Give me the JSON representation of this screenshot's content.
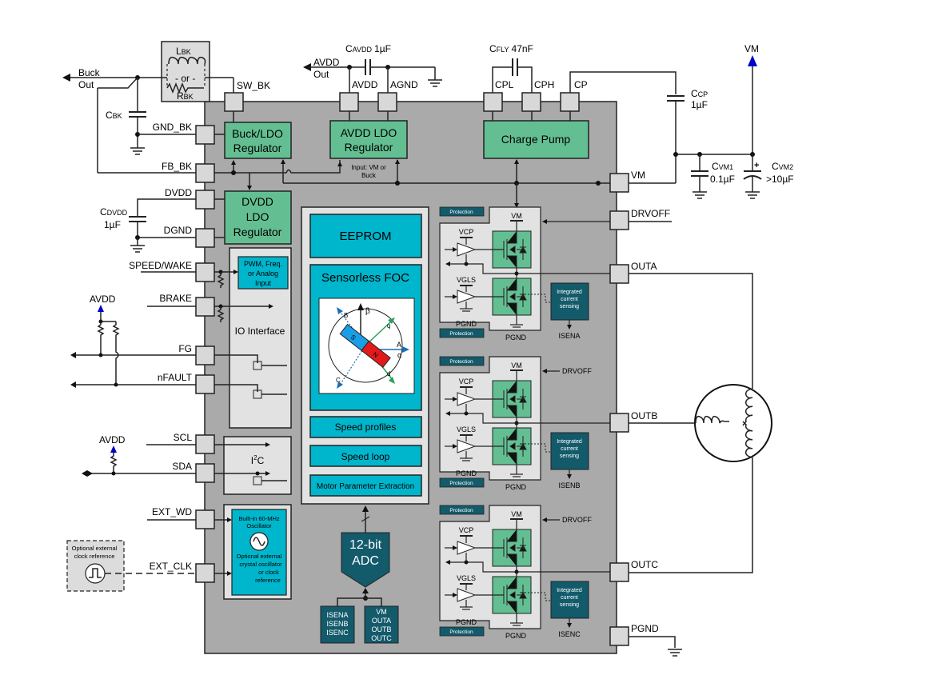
{
  "diagram": {
    "ext_buck": {
      "out_line1": "Buck",
      "out_line2": "Out",
      "l_label": "L",
      "l_sub": "BK",
      "or_label": "- or -",
      "r_label": "R",
      "r_sub": "BK",
      "c_label": "C",
      "c_sub": "BK"
    },
    "ext_avdd": {
      "out_line1": "AVDD",
      "out_line2": "Out",
      "cap_label": "C",
      "cap_sub": "AVDD",
      "cap_value": "1µF"
    },
    "ext_cfly": {
      "cap_label": "C",
      "cap_sub": "FLY",
      "cap_value": "47nF"
    },
    "ext_ccp": {
      "cap_label": "C",
      "cap_sub": "CP",
      "cap_value": "1µF"
    },
    "ext_vm": {
      "supply": "VM",
      "cvm1_label": "C",
      "cvm1_sub": "VM1",
      "cvm1_value": "0.1µF",
      "cvm2_label": "C",
      "cvm2_sub": "VM2",
      "cvm2_value": ">10µF",
      "plus": "+"
    },
    "ext_dvdd": {
      "cap_label": "C",
      "cap_sub": "DVDD",
      "cap_value": "1µF"
    },
    "ext_io": {
      "avdd1": "AVDD",
      "avdd2": "AVDD"
    },
    "ext_clock": {
      "line1": "Optional external",
      "line2": "clock reference"
    },
    "pins": {
      "sw_bk": "SW_BK",
      "gnd_bk": "GND_BK",
      "fb_bk": "FB_BK",
      "dvdd": "DVDD",
      "dgnd": "DGND",
      "speed_wake": "SPEED/WAKE",
      "brake": "BRAKE",
      "fg": "FG",
      "nfault": "nFAULT",
      "scl": "SCL",
      "sda": "SDA",
      "ext_wd": "EXT_WD",
      "ext_clk": "EXT_CLK",
      "avdd": "AVDD",
      "agnd": "AGND",
      "cpl": "CPL",
      "cph": "CPH",
      "cp": "CP",
      "vm": "VM",
      "drvoff": "DRVOFF",
      "outa": "OUTA",
      "outb": "OUTB",
      "outc": "OUTC",
      "pgnd": "PGND"
    },
    "blocks": {
      "buck_line1": "Buck/LDO",
      "buck_line2": "Regulator",
      "avdd_line1": "AVDD LDO",
      "avdd_line2": "Regulator",
      "avdd_input_line1": "Input: VM or",
      "avdd_input_line2": "Buck",
      "charge_pump": "Charge Pump",
      "dvdd_line1": "DVDD",
      "dvdd_line2": "LDO",
      "dvdd_line3": "Regulator",
      "pwm_line1": "PWM, Freq.",
      "pwm_line2": "or Analog",
      "pwm_line3": "Input",
      "io_interface": "IO Interface",
      "i2c": "I",
      "i2c_sup": "2",
      "i2c_tail": "C",
      "osc_line1": "Built-in 60-MHz",
      "osc_line2": "Oscillator",
      "osc_opt1": "Optional external",
      "osc_opt2": "crystal oscillator",
      "osc_opt3": "or clock",
      "osc_opt4": "reference",
      "eeprom": "EEPROM",
      "foc": "Sensorless FOC",
      "speed_profiles": "Speed profiles",
      "speed_loop": "Speed loop",
      "mpe": "Motor Parameter Extraction",
      "adc_line1": "12-bit",
      "adc_line2": "ADC",
      "adc_in1": [
        "ISENA",
        "ISENB",
        "ISENC"
      ],
      "adc_in2": [
        "VM",
        "OUTA",
        "OUTB",
        "OUTC"
      ]
    },
    "foc_axes": {
      "beta": "β",
      "alpha": "α",
      "a": "A",
      "b": "B",
      "c": "C",
      "d": "d",
      "q": "q",
      "n": "N",
      "s": "S"
    },
    "phases": [
      {
        "vm": "VM",
        "vcp": "VCP",
        "vgls": "VGLS",
        "pgnd1": "PGND",
        "pgnd2": "PGND",
        "sense1": "Integrated",
        "sense2": "current",
        "sense3": "sensing",
        "isen": "ISENA",
        "prot": "Protection",
        "drvoff": ""
      },
      {
        "vm": "VM",
        "vcp": "VCP",
        "vgls": "VGLS",
        "pgnd1": "PGND",
        "pgnd2": "PGND",
        "sense1": "Integrated",
        "sense2": "current",
        "sense3": "sensing",
        "isen": "ISENB",
        "prot": "Protection",
        "drvoff": "DRVOFF"
      },
      {
        "vm": "VM",
        "vcp": "VCP",
        "vgls": "VGLS",
        "pgnd1": "PGND",
        "pgnd2": "PGND",
        "sense1": "Integrated",
        "sense2": "current",
        "sense3": "sensing",
        "isen": "ISENC",
        "prot": "Protection",
        "drvoff": "DRVOFF"
      }
    ],
    "colors": {
      "chip": "#aaaaaa",
      "green": "#63bf92",
      "cyan": "#00b6cc",
      "dark": "#135a6b",
      "vm_arrow": "#0000cc"
    }
  }
}
